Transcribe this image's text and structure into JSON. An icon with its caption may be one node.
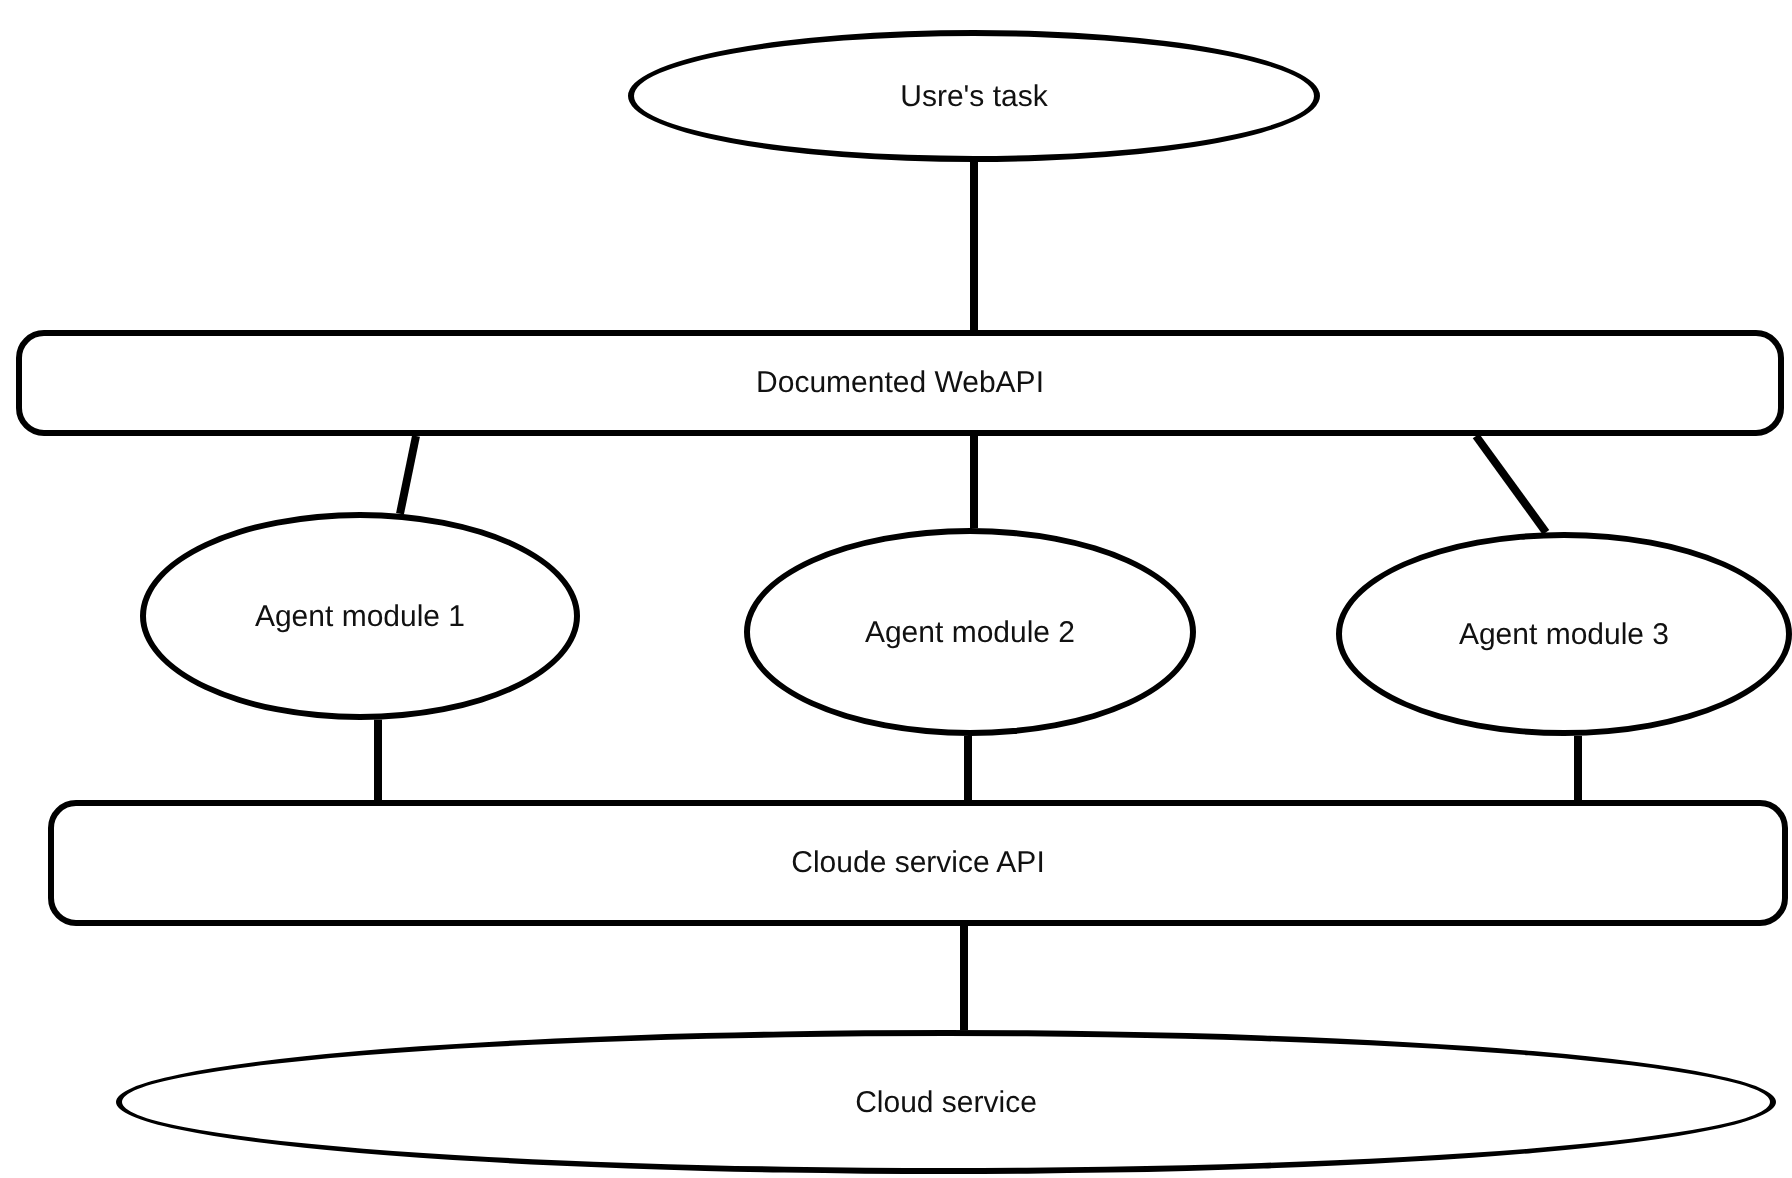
{
  "diagram": {
    "nodes": [
      {
        "text": [
          "Usre's task"
        ]
      },
      {
        "text": [
          "Documented WebAPI"
        ]
      },
      {
        "text": [
          "Agent module 1"
        ]
      },
      {
        "text": [
          "Agent module 2"
        ]
      },
      {
        "text": [
          "Agent module 3"
        ]
      },
      {
        "text": [
          "Cloude service API"
        ]
      },
      {
        "text": [
          "Cloud service"
        ]
      }
    ],
    "edges": [
      {
        "from": 0,
        "to": 1,
        "arrow": "none"
      },
      {
        "from": 1,
        "to": 2,
        "arrow": "none"
      },
      {
        "from": 1,
        "to": 3,
        "arrow": "none"
      },
      {
        "from": 1,
        "to": 4,
        "arrow": "none"
      },
      {
        "from": 2,
        "to": 5,
        "arrow": "none"
      },
      {
        "from": 3,
        "to": 5,
        "arrow": "none"
      },
      {
        "from": 4,
        "to": 5,
        "arrow": "none"
      },
      {
        "from": 5,
        "to": 6,
        "arrow": "none"
      }
    ]
  }
}
